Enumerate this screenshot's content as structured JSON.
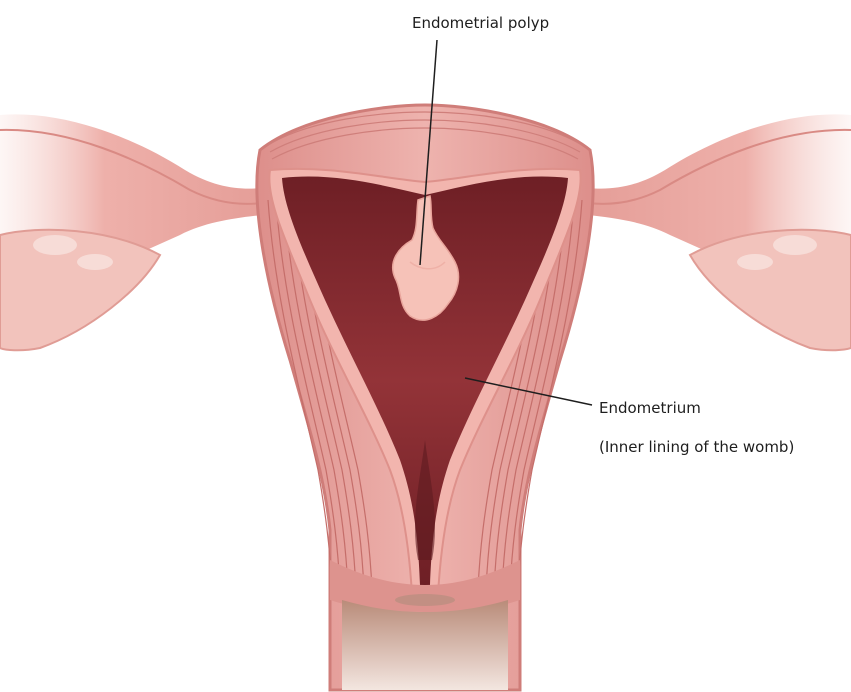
{
  "labels": {
    "polyp": "Endometrial polyp",
    "endometrium": "Endometrium",
    "endometrium_note": "(Inner lining of the womb)"
  },
  "colors": {
    "background": "#ffffff",
    "uterus_wall": "#e9a7a3",
    "uterus_wall_dark": "#d6837f",
    "muscle_stripe": "#c9706d",
    "lining": "#f2b9b2",
    "cavity": "#8c2f33",
    "cavity_deep": "#6e1f25",
    "polyp": "#f6c2b8",
    "tube": "#f0b5ae",
    "ovary": "#f3c9c2",
    "cervix_canal": "#c9a08c",
    "leader_line": "#1e1e1e"
  }
}
